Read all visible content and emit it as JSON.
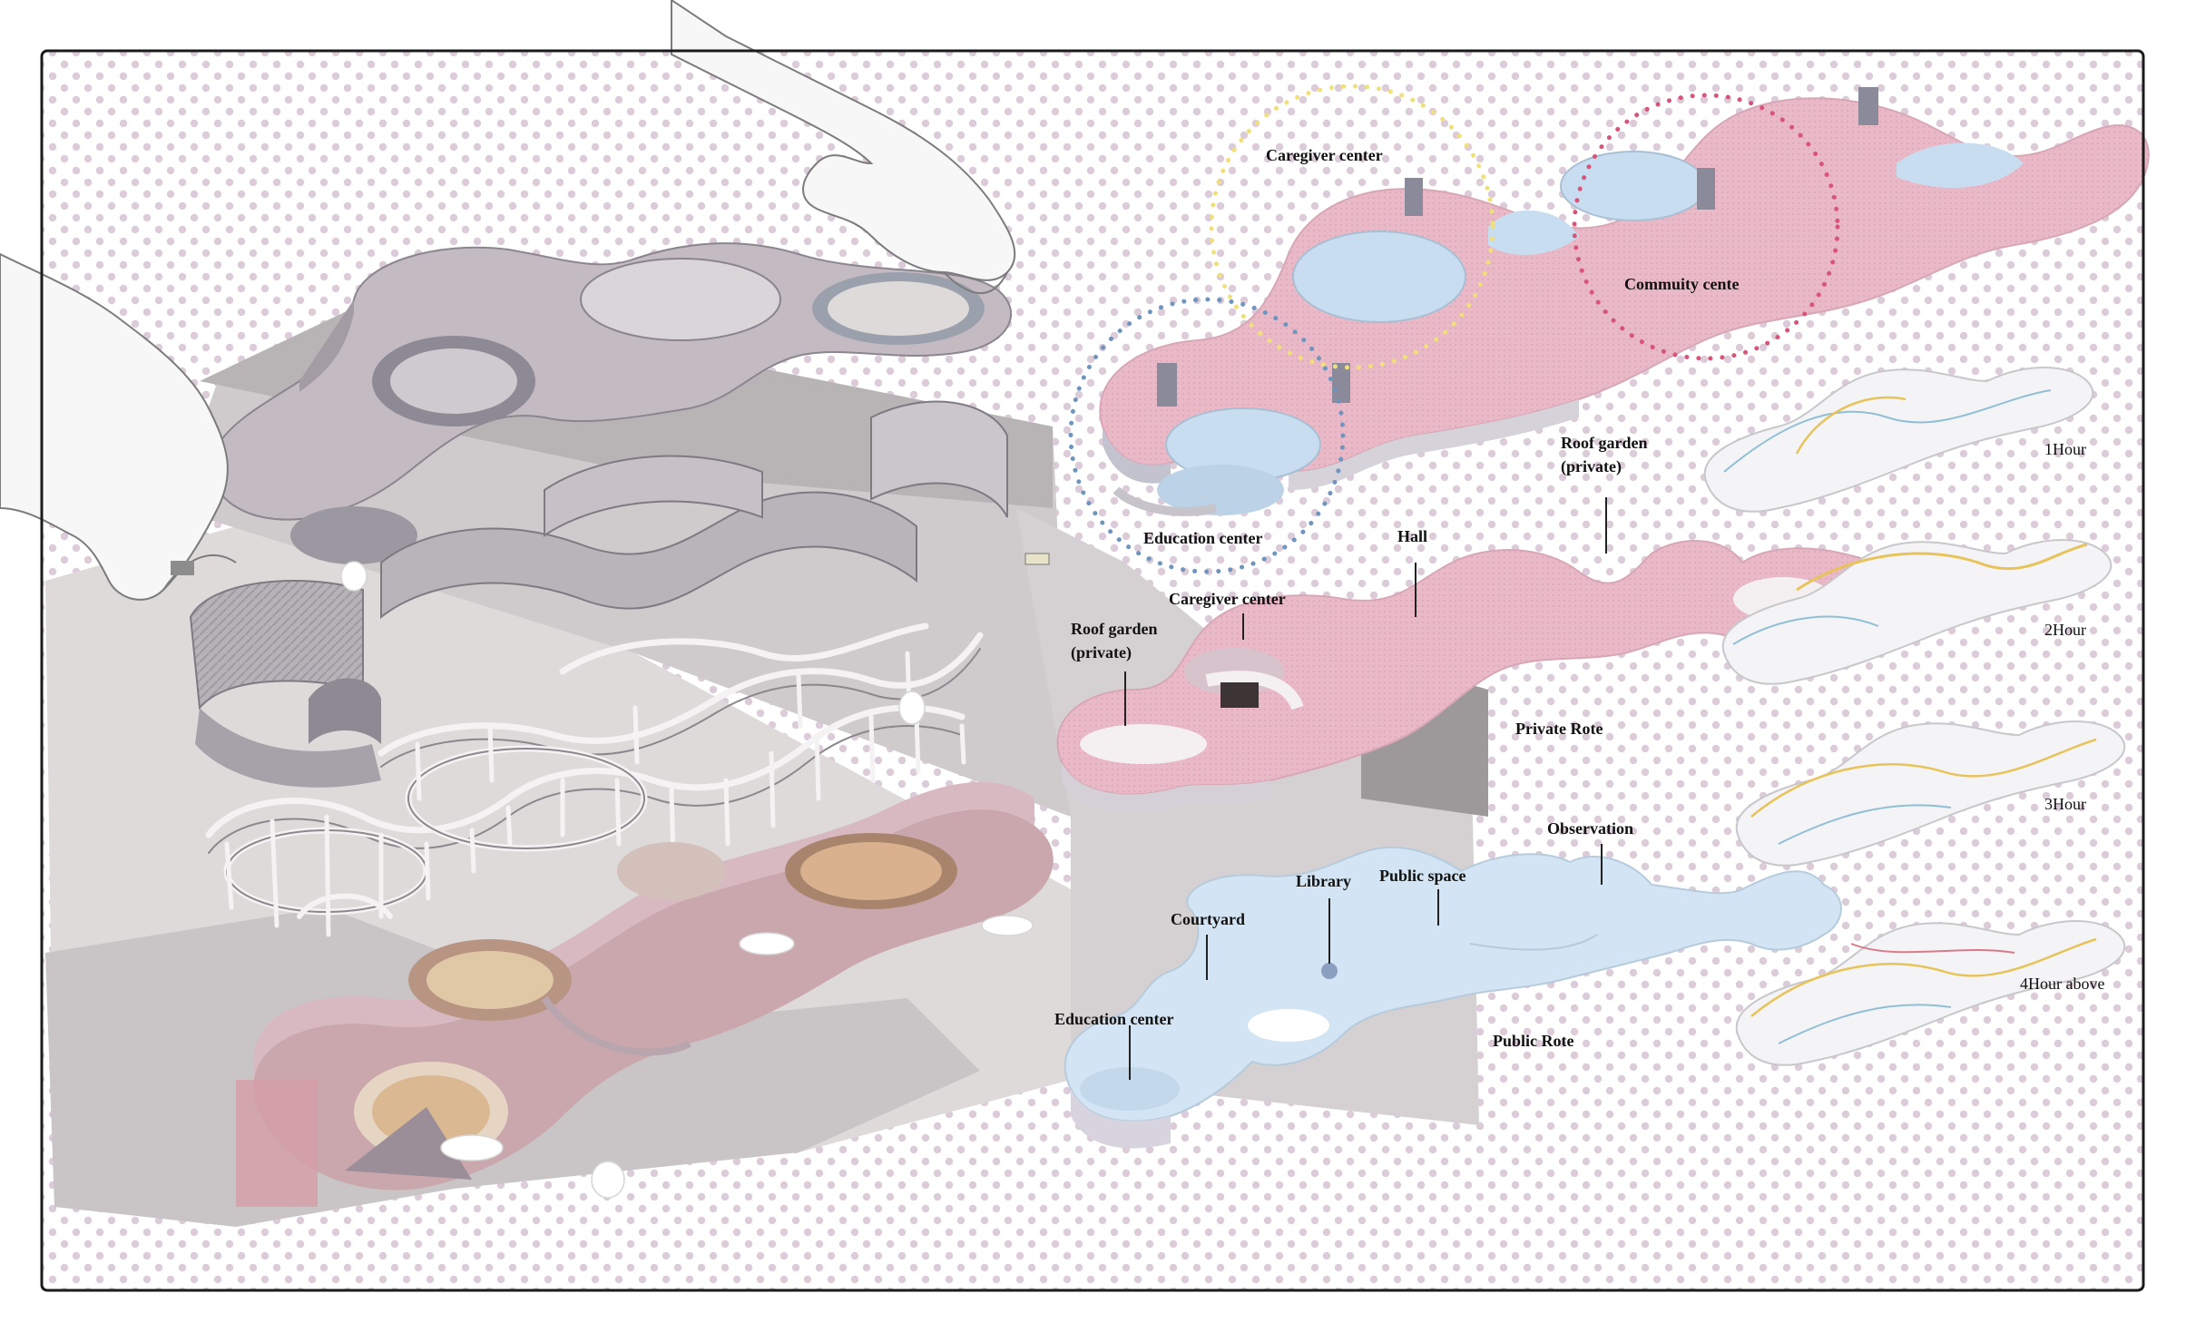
{
  "colors": {
    "frame": "#1b1b1b",
    "dot": "#d9c8d6",
    "private_pink": "#e7b5c4",
    "public_blue": "#cfe2f1",
    "circle_yellow": "#f0e07a",
    "circle_pink": "#d9547b",
    "circle_blue": "#6f95be",
    "route_yellow": "#e7c35a",
    "route_blue": "#8fbfd6",
    "route_red": "#d87a8a"
  },
  "labels": {
    "caregiver_top": "Caregiver center",
    "community_top": "Commuity cente",
    "education_top": "Education center",
    "hall": "Hall",
    "roof_garden_right": "Roof garden (private)",
    "caregiver_mid": "Caregiver center",
    "roof_garden_left": "Roof garden (private)",
    "private_route": "Private Rote",
    "observation": "Observation",
    "public_space": "Public space",
    "library": "Library",
    "courtyard": "Courtyard",
    "education_bottom": "Education center",
    "public_route": "Public Rote"
  },
  "hours": [
    "1Hour",
    "2Hour",
    "3Hour",
    "4Hour above"
  ]
}
